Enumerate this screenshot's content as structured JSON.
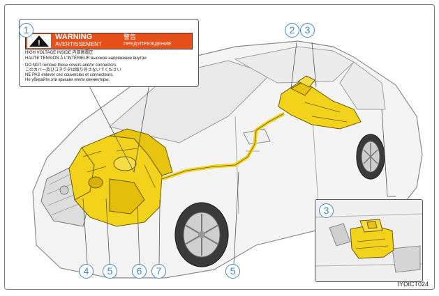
{
  "warning_label": {
    "heading": "WARNING",
    "heading_sub": "AVERTISSEMENT",
    "heading_cjk": "警告",
    "heading_ru": "ПРЕДУПРЕЖДЕНИЕ",
    "line1": "HIGH VOLTAGE INSIDE   内部高電圧",
    "line2": "HAUTE TENSION À L'INTÉRIEUR   высокое напряжение внутри",
    "line3": "DO NOT remove these covers and/or connectors.",
    "line4": "このカバー及びコネクタは取り外さないでください",
    "line5": "NE PAS enlever ces couvercles et connecteurs.",
    "line6": "Не убирайте эти крышки и/или коннекторы."
  },
  "callouts": {
    "c1": "1",
    "c2": "2",
    "c3": "3",
    "c3_inset": "3",
    "c4": "4",
    "c5a": "5",
    "c5b": "5",
    "c6": "6",
    "c7": "7"
  },
  "figure_code": "IYDICT024",
  "colors": {
    "callout_blue": "#3d87c8",
    "hv_yellow": "#f3d21b",
    "warning_orange": "#e6511b"
  }
}
